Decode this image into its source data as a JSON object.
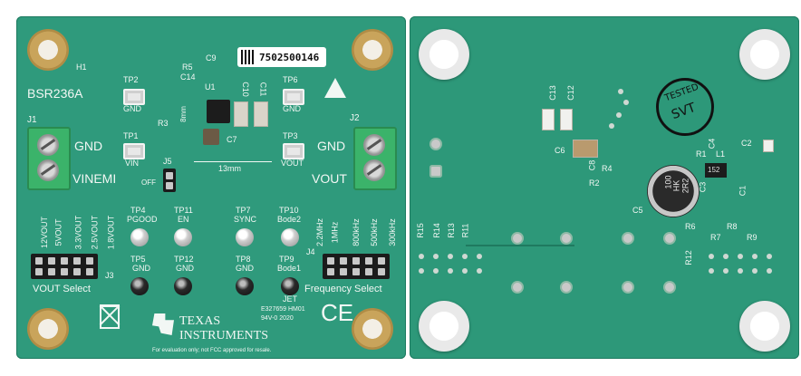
{
  "front": {
    "board_name": "BSR236A",
    "serial_label": "7502500146",
    "refs": {
      "H1": "H1",
      "R5": "R5",
      "C9": "C9",
      "C14": "C14",
      "R3": "R3",
      "U1": "U1",
      "C10": "C10",
      "C11": "C11",
      "C7": "C7",
      "J1": "J1",
      "J2": "J2",
      "J3": "J3",
      "J4": "J4",
      "J5": "J5"
    },
    "tp": {
      "TP2": "TP2",
      "TP2_sub": "GND",
      "TP6": "TP6",
      "TP6_sub": "GND",
      "TP1": "TP1",
      "TP1_sub": "VIN",
      "TP3": "TP3",
      "TP3_sub": "VOUT",
      "TP4": "TP4",
      "TP4_sub": "PGOOD",
      "TP11": "TP11",
      "TP11_sub": "EN",
      "TP7": "TP7",
      "TP7_sub": "SYNC",
      "TP10": "TP10",
      "TP10_sub": "Bode2",
      "TP5": "TP5",
      "TP5_sub": "GND",
      "TP12": "TP12",
      "TP12_sub": "GND",
      "TP8": "TP8",
      "TP8_sub": "GND",
      "TP9": "TP9",
      "TP9_sub": "Bode1"
    },
    "left_gnd": "GND",
    "vinemi": "VINEMI",
    "right_gnd": "GND",
    "vout": "VOUT",
    "off": "OFF",
    "dim_8mm": "8mm",
    "dim_13mm": "13mm",
    "vout_options": [
      "12VOUT",
      "5VOUT",
      "3.3VOUT",
      "2.5VOUT",
      "1.8VOUT"
    ],
    "vout_select": "VOUT Select",
    "freq_options": [
      "2.2MHz",
      "1MHz",
      "800kHz",
      "500kHz",
      "300kHz"
    ],
    "freq_select": "Frequency Select",
    "jet": "JET",
    "cert_line1": "E327659 HM01",
    "cert_line2": "94V-0 2020",
    "ce": "CE",
    "ti_line1": "TEXAS",
    "ti_line2": "INSTRUMENTS",
    "footer": "For evaluation only; not FCC approved for resale."
  },
  "back": {
    "refs": {
      "C13": "C13",
      "C12": "C12",
      "C6": "C6",
      "C8": "C8",
      "R4": "R4",
      "R2": "R2",
      "R1": "R1",
      "C4": "C4",
      "C2": "C2",
      "L1": "L1",
      "C3": "C3",
      "C1": "C1",
      "C5": "C5",
      "R6": "R6",
      "R8": "R8",
      "R7": "R7",
      "R9": "R9",
      "R12": "R12",
      "R15": "R15",
      "R14": "R14",
      "R13": "R13",
      "R11": "R11"
    },
    "stamp_top": "TESTED",
    "stamp_bottom": "SVT",
    "inductor_1": "100",
    "inductor_2": "HK",
    "inductor_3": "2R2",
    "ic_mark": "152"
  }
}
